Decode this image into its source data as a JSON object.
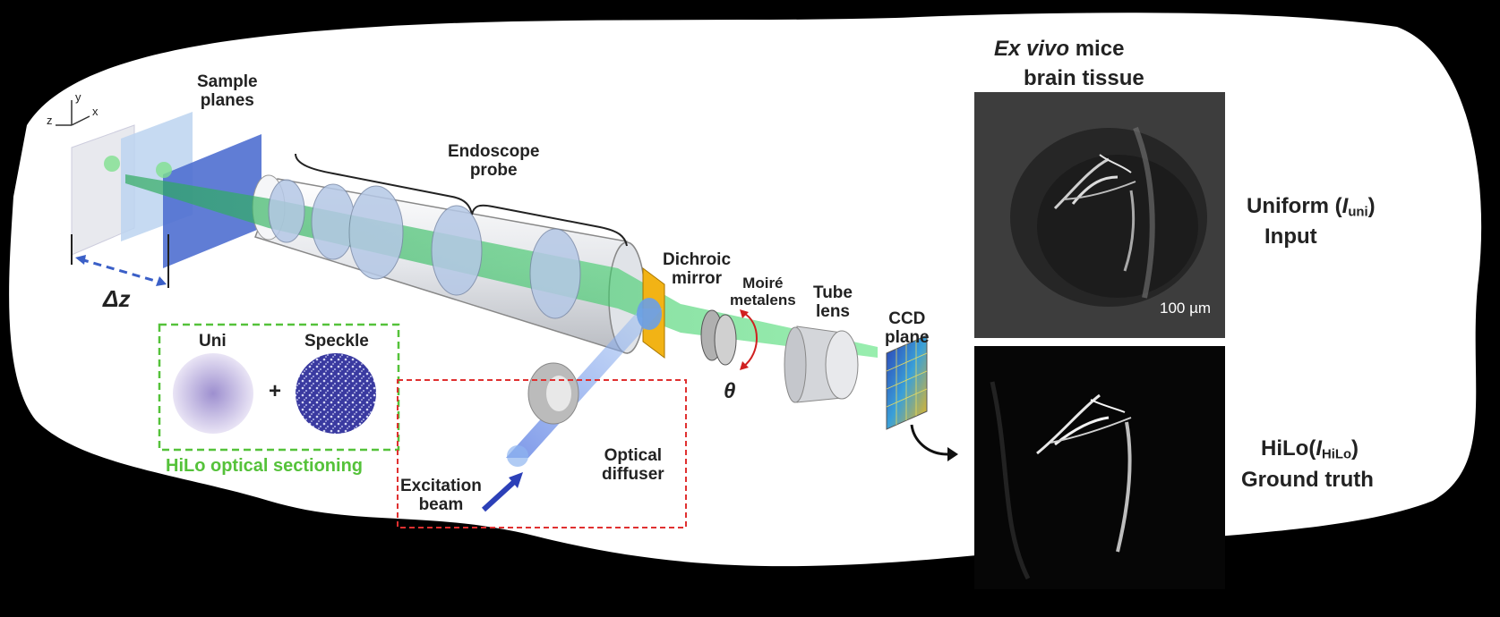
{
  "axes_icon": {
    "x": "x",
    "y": "y",
    "z": "z"
  },
  "labels": {
    "sample_planes": "Sample\nplanes",
    "endoscope_probe": "Endoscope\nprobe",
    "delta_z": "Δz",
    "dichroic_mirror": "Dichroic\nmirror",
    "moire_metalens": "Moiré\nmetalens",
    "theta": "θ",
    "tube_lens": "Tube\nlens",
    "ccd_plane": "CCD\nplane",
    "uni": "Uni",
    "plus": "+",
    "speckle": "Speckle",
    "hilo_optical_sectioning": "HiLo optical sectioning",
    "excitation_beam": "Excitation\nbeam",
    "optical_diffuser": "Optical\ndiffuser"
  },
  "right_panel": {
    "title_italic": "Ex vivo",
    "title_rest": " mice",
    "title_line2": "brain tissue",
    "scale_bar": "100 µm",
    "uniform_label": "Uniform (",
    "uniform_italic": "I",
    "uniform_sub": "uni",
    "uniform_close": ")",
    "input": "Input",
    "hilo_label": "HiLo(",
    "hilo_italic": "I",
    "hilo_sub": "HiLo",
    "hilo_close": ")",
    "ground_truth": "Ground truth"
  },
  "colors": {
    "beam_green": "#3fd16a",
    "excitation_blue": "#3a64d8",
    "hilo_green": "#55c23a",
    "red_dash": "#e03030",
    "mirror_yellow": "#f2b315"
  }
}
